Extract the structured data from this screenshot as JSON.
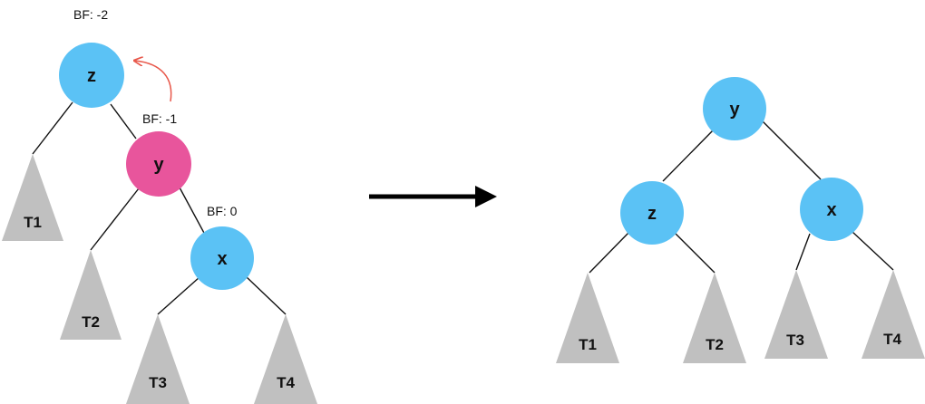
{
  "colors": {
    "node_blue": "#5bc2f5",
    "node_pink": "#e8559c",
    "subtree_gray": "#c0c0c0",
    "edge": "#111111",
    "rotation_arrow": "#e8574a",
    "transform_arrow": "#000000"
  },
  "before": {
    "nodes": {
      "z": {
        "label": "z",
        "bf": "BF: -2"
      },
      "y": {
        "label": "y",
        "bf": "BF: -1"
      },
      "x": {
        "label": "x",
        "bf": "BF: 0"
      }
    },
    "subtrees": {
      "t1": "T1",
      "t2": "T2",
      "t3": "T3",
      "t4": "T4"
    }
  },
  "after": {
    "nodes": {
      "y": {
        "label": "y"
      },
      "z": {
        "label": "z"
      },
      "x": {
        "label": "x"
      }
    },
    "subtrees": {
      "t1": "T1",
      "t2": "T2",
      "t3": "T3",
      "t4": "T4"
    }
  }
}
